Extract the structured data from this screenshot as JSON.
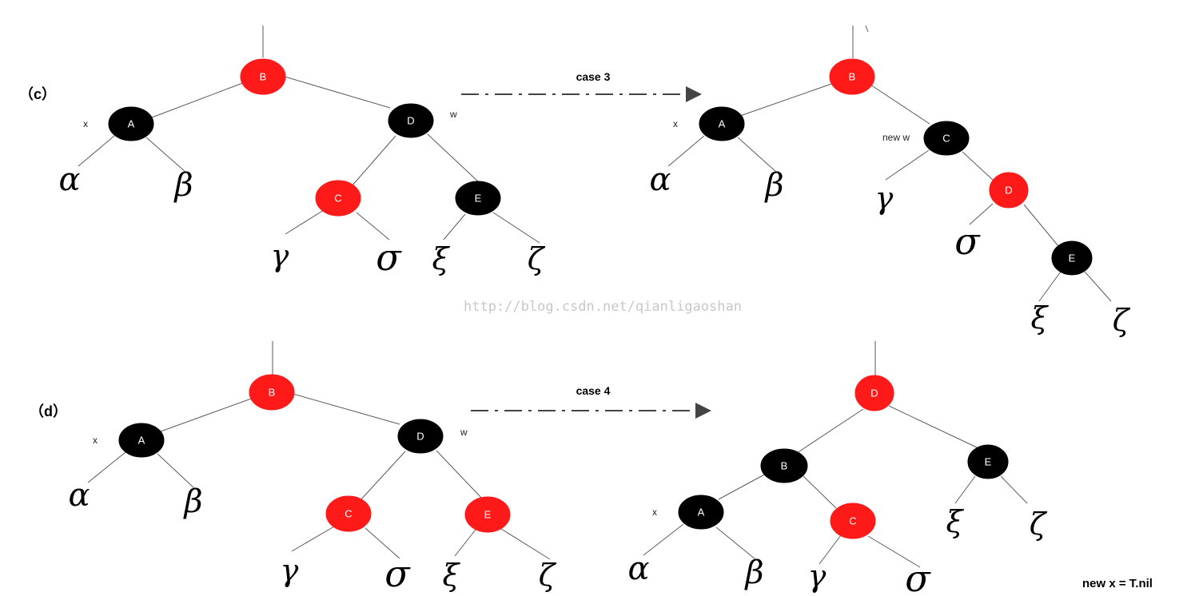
{
  "panels": {
    "c": {
      "label": "（c）",
      "case_label": "case 3"
    },
    "d": {
      "label": "（d）",
      "case_label": "case 4"
    }
  },
  "labels": {
    "x": "x",
    "w": "w",
    "new_w": "new w"
  },
  "watermark": "http://blog.csdn.net/qianligaoshan",
  "footer_note": "new x = T.nil",
  "nodes": {
    "A": "A",
    "B": "B",
    "C": "C",
    "D": "D",
    "E": "E"
  },
  "greek": {
    "alpha": "α",
    "beta": "β",
    "gamma": "γ",
    "sigma": "σ",
    "xi": "ξ",
    "zeta": "ζ"
  },
  "colors": {
    "red": "#ff1a1a",
    "black": "#000000"
  }
}
